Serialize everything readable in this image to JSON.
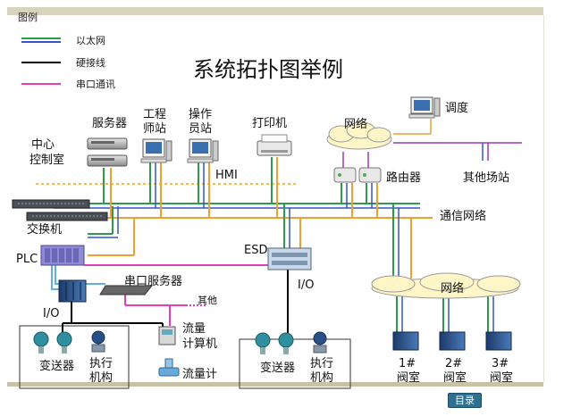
{
  "legend": {
    "title": "图例",
    "items": [
      {
        "label": "以太网",
        "colors": [
          "#2e9a4c",
          "#3355cc"
        ]
      },
      {
        "label": "硬接线",
        "colors": [
          "#000000"
        ]
      },
      {
        "label": "串口通讯",
        "colors": [
          "#e040c0"
        ]
      }
    ]
  },
  "title": "系统拓扑图举例",
  "labels": {
    "server": "服务器",
    "eng_station_1": "工程",
    "eng_station_2": "师站",
    "op_station_1": "操作",
    "op_station_2": "员站",
    "printer": "打印机",
    "network_top": "网络",
    "dispatch": "调度",
    "center_1": "中心",
    "center_2": "控制室",
    "hmi": "HMI",
    "router": "路由器",
    "other_sites": "其他场站",
    "switch": "交换机",
    "comm_network": "通信网络",
    "plc": "PLC",
    "esd": "ESD",
    "serial_server": "串口服务器",
    "other": "其他",
    "io_left": "I/O",
    "io_right": "I/O",
    "flow_computer_1": "流量",
    "flow_computer_2": "计算机",
    "flowmeter": "流量计",
    "transmitter_left": "变送器",
    "actuator_left_1": "执行",
    "actuator_left_2": "机构",
    "transmitter_right": "变送器",
    "actuator_right_1": "执行",
    "actuator_right_2": "机构",
    "network_bottom": "网络",
    "valve_1a": "1#",
    "valve_1b": "阀室",
    "valve_2a": "2#",
    "valve_2b": "阀室",
    "valve_3a": "3#",
    "valve_3b": "阀室"
  },
  "nav": {
    "toc_button": "目录"
  },
  "colors": {
    "ethernet_green": "#2e9a4c",
    "ethernet_blue": "#3355cc",
    "hardwire": "#000000",
    "serial": "#e040c0",
    "orange": "#f0a030",
    "purple": "#9a3ab0"
  }
}
